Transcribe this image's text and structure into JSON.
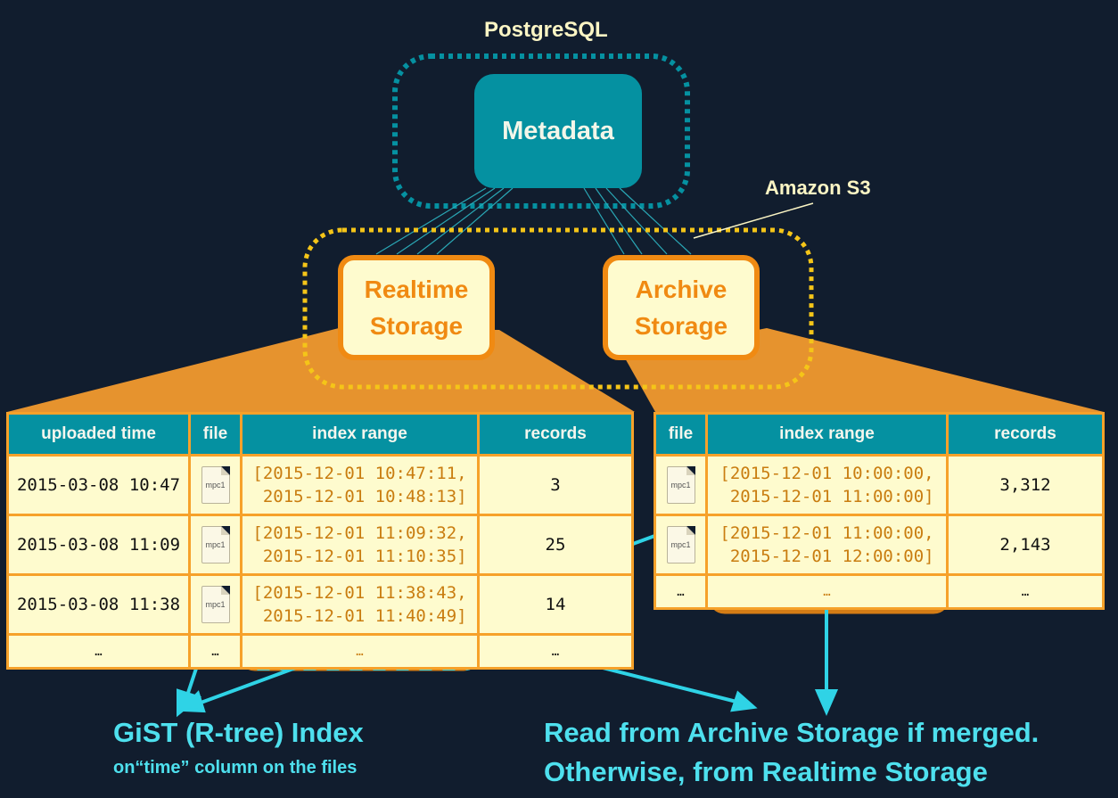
{
  "labels": {
    "postgresql": "PostgreSQL",
    "amazon_s3": "Amazon S3",
    "metadata": "Metadata",
    "realtime_storage": [
      "Realtime",
      "Storage"
    ],
    "archive_storage": [
      "Archive",
      "Storage"
    ]
  },
  "realtime_table": {
    "headers": [
      "uploaded time",
      "file",
      "index range",
      "records"
    ],
    "rows": [
      {
        "uploaded": "2015-03-08 10:47",
        "file": "mpc1",
        "range": "[2015-12-01 10:47:11,\n 2015-12-01 10:48:13]",
        "records": "3"
      },
      {
        "uploaded": "2015-03-08 11:09",
        "file": "mpc1",
        "range": "[2015-12-01 11:09:32,\n 2015-12-01 11:10:35]",
        "records": "25"
      },
      {
        "uploaded": "2015-03-08 11:38",
        "file": "mpc1",
        "range": "[2015-12-01 11:38:43,\n 2015-12-01 11:40:49]",
        "records": "14"
      },
      {
        "uploaded": "…",
        "file": "…",
        "range": "…",
        "records": "…"
      }
    ]
  },
  "archive_table": {
    "headers": [
      "file",
      "index range",
      "records"
    ],
    "rows": [
      {
        "file": "mpc1",
        "range": "[2015-12-01 10:00:00,\n 2015-12-01 11:00:00]",
        "records": "3,312"
      },
      {
        "file": "mpc1",
        "range": "[2015-12-01 11:00:00,\n 2015-12-01 12:00:00]",
        "records": "2,143"
      },
      {
        "file": "…",
        "range": "…",
        "records": "…"
      }
    ]
  },
  "captions": {
    "gist_title": "GiST (R-tree) Index",
    "gist_sub": "on“time” column on the files",
    "read_line1": "Read from Archive Storage if merged.",
    "read_line2": "Otherwise, from Realtime Storage"
  },
  "colors": {
    "background": "#111d2e",
    "teal": "#0591a1",
    "orange": "#f08a12",
    "cream": "#fefbce",
    "cyan": "#2fd3e6",
    "yellow_dotted": "#f5c518"
  }
}
